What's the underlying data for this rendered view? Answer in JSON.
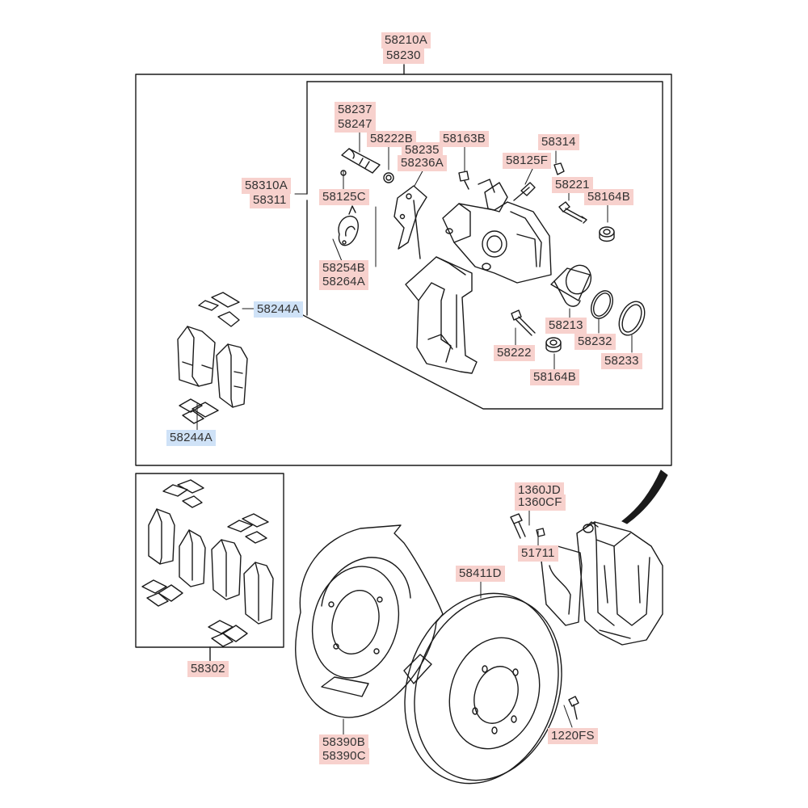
{
  "colors": {
    "part_label_bg": "#f7d1cd",
    "highlight_label_bg": "#cfe2f7",
    "line": "#1a1a1a"
  },
  "icons": [
    "caliper-assembly-icon",
    "brake-pad-set-icon",
    "brake-disc-icon",
    "dust-shield-icon",
    "caliper-carrier-icon",
    "piston-icon",
    "seal-ring-icon",
    "bolt-icon",
    "guide-pin-icon",
    "pointer-arrow-icon"
  ],
  "labels": {
    "l58210A": "58210A",
    "l58230": "58230",
    "l58237": "58237",
    "l58247": "58247",
    "l58222B": "58222B",
    "l58235": "58235",
    "l58236A": "58236A",
    "l58163B": "58163B",
    "l58314": "58314",
    "l58125F": "58125F",
    "l58221": "58221",
    "l58164B_top": "58164B",
    "l58310A": "58310A",
    "l58311": "58311",
    "l58125C": "58125C",
    "l58254B": "58254B",
    "l58264A": "58264A",
    "l58244A_top": "58244A",
    "l58213": "58213",
    "l58232": "58232",
    "l58233": "58233",
    "l58222": "58222",
    "l58164B_bottom": "58164B",
    "l58244A_bottom": "58244A",
    "l1360JD": "1360JD",
    "l1360CF": "1360CF",
    "l51711": "51711",
    "l58411D": "58411D",
    "l58302": "58302",
    "l58390B": "58390B",
    "l58390C": "58390C",
    "l1220FS": "1220FS"
  }
}
